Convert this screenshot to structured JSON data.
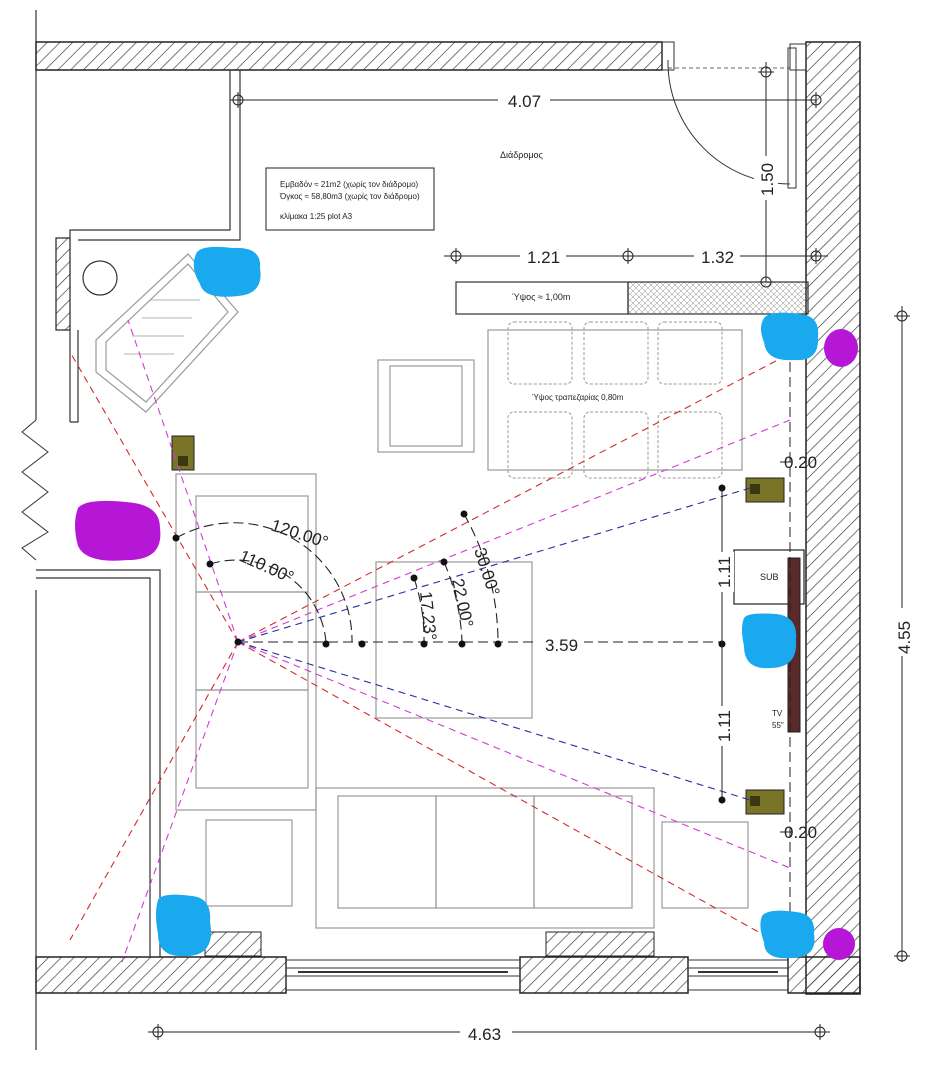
{
  "colors": {
    "wall_hatch": "#333333",
    "furniture": "#9a9a9a",
    "red_line": "#d42a2a",
    "magenta_line": "#d23ad6",
    "blue_line": "#2630a0",
    "cyan_mark": "#1aa8ee",
    "magenta_mark": "#b616d6",
    "speaker": "#7a7428",
    "tv": "#5a2a2a"
  },
  "info_box": {
    "area": "Εμβαδόν ≈ 21m2 (χωρίς τον διάδρομο)",
    "volume": "Όγκος ≈ 58,80m3 (χωρίς τον διάδρομο)",
    "scale": "κλίμακα 1:25 plot A3"
  },
  "labels": {
    "corridor": "Διάδρομος",
    "counter_height": "Ύψος ≈ 1,00m",
    "dining_height": "Ύψος τραπεζαρίας 0,80m",
    "sub": "SUB",
    "tv_line1": "TV",
    "tv_line2": "55\""
  },
  "dimensions": {
    "top_width": "4.07",
    "door_depth": "1.50",
    "counter_left": "1.21",
    "counter_right": "1.32",
    "right_height": "4.55",
    "speaker_offset_top": "0.20",
    "speaker_offset_bottom": "0.20",
    "front_spacing_top": "1.11",
    "front_spacing_bottom": "1.11",
    "listening_distance": "3.59",
    "bottom_width": "4.63"
  },
  "angles": {
    "a120": "120.00°",
    "a110": "110.00°",
    "a30": "30.00°",
    "a22": "22.00°",
    "a17": "17.23°"
  },
  "icons": {
    "speaker": "speaker-icon",
    "mark": "marker-blob"
  }
}
